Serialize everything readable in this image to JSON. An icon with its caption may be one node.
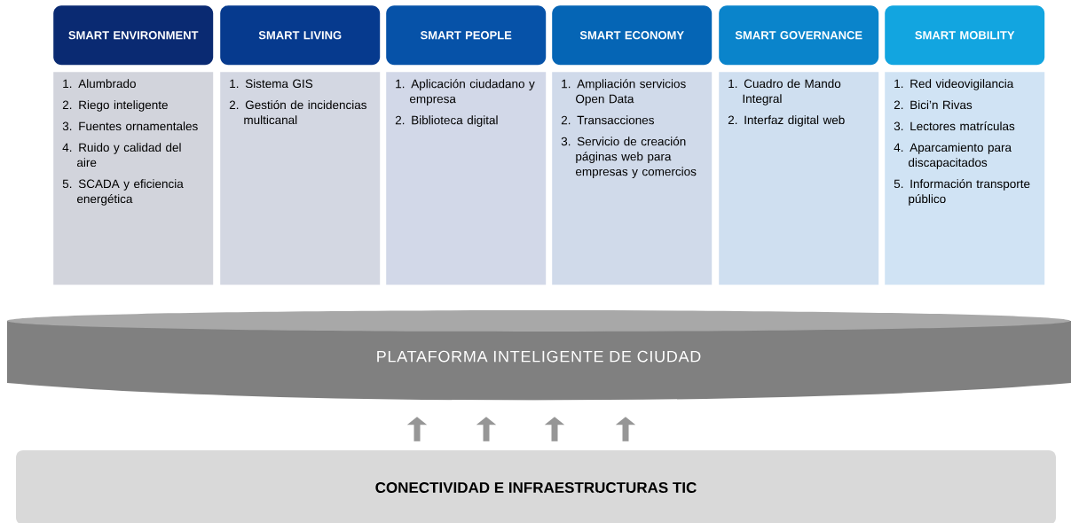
{
  "diagram": {
    "nodes": [
      {
        "text": [
          "SMART ENVIRONMENT"
        ]
      },
      {
        "text": [
          "SMART LIVING"
        ]
      },
      {
        "text": [
          "SMART PEOPLE"
        ]
      },
      {
        "text": [
          "SMART ECONOMY"
        ]
      },
      {
        "text": [
          "SMART GOVERNANCE"
        ]
      },
      {
        "text": [
          "SMART MOBILITY"
        ]
      },
      {
        "text": [
          "1. Alumbrado",
          "2. Riego inteligente",
          "3. Fuentes ornamentales",
          "4. Ruido y calidad del aire",
          "5. SCADA y eficiencia energética"
        ]
      },
      {
        "text": [
          "1. Sistema GIS",
          "2. Gestión de incidencias multicanal"
        ]
      },
      {
        "text": [
          "1. Aplicación ciudadano y empresa",
          "2. Biblioteca digital"
        ]
      },
      {
        "text": [
          "1. Ampliación servicios Open Data",
          "2. Transacciones",
          "3. Servicio de creación páginas web para empresas y comercios"
        ]
      },
      {
        "text": [
          "1. Cuadro de Mando Integral",
          "2. Interfaz digital web"
        ]
      },
      {
        "text": [
          "1. Red videovigilancia",
          "2. Bici’n Rivas",
          "3. Lectores matrículas",
          "4. Aparcamiento para discapacitados",
          "5. Información transporte público"
        ]
      },
      {
        "text": [
          "PLATAFORMA INTELIGENTE DE CIUDAD"
        ]
      },
      {
        "text": [
          "CONECTIVIDAD E INFRAESTRUCTURAS TIC"
        ]
      }
    ],
    "edges": [
      {
        "from": 13,
        "to": 12,
        "arrow": "to"
      },
      {
        "from": 13,
        "to": 12,
        "arrow": "to"
      },
      {
        "from": 13,
        "to": 12,
        "arrow": "to"
      },
      {
        "from": 13,
        "to": 12,
        "arrow": "to"
      }
    ]
  }
}
